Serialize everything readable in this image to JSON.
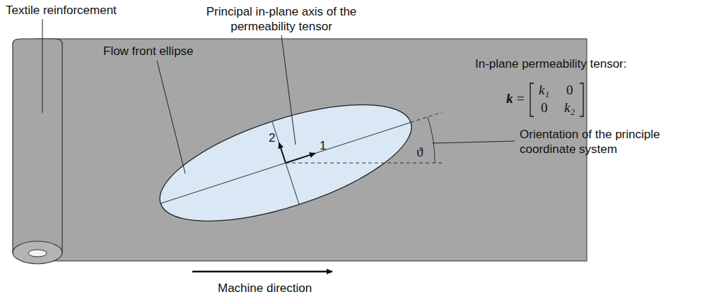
{
  "diagram": {
    "labels": [
      "Textile reinforcement",
      "Principal in-plane axis of the permeability tensor",
      "Flow front ellipse",
      "In-plane permeability tensor:",
      "k",
      "=",
      "k₁",
      "0",
      "0",
      "k₂",
      "2",
      "1",
      "ϑ",
      "Orientation of the principle coordinate system",
      "Machine direction"
    ]
  }
}
